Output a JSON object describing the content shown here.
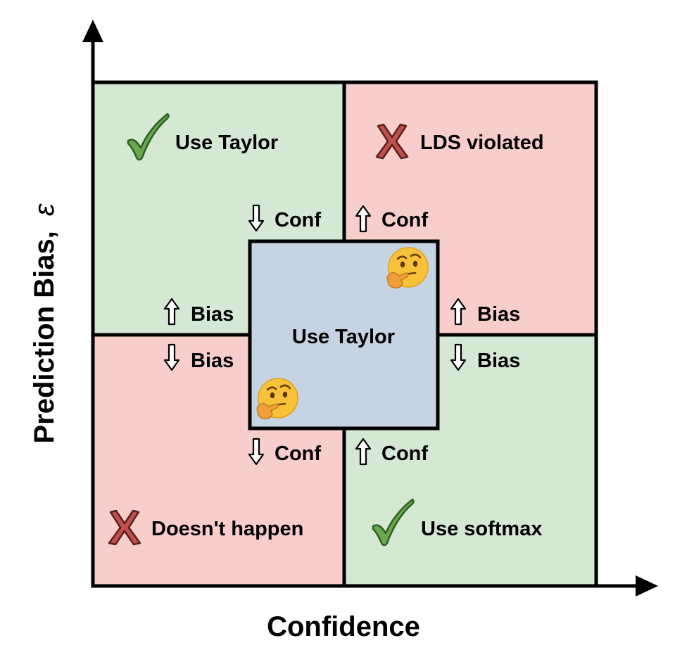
{
  "axes": {
    "x_label": "Confidence",
    "y_label": "Prediction Bias,",
    "y_symbol": "ε"
  },
  "colors": {
    "green": "#d5e8d4",
    "red": "#f8cecc",
    "blue": "#c5d3e2",
    "border": "#000000",
    "check": "#6aa84f",
    "cross": "#c0504d"
  },
  "quadrants": {
    "top_left": {
      "label": "Use Taylor",
      "icon": "check-icon"
    },
    "top_right": {
      "label": "LDS violated",
      "icon": "cross-icon"
    },
    "bottom_left": {
      "label": "Doesn't happen",
      "icon": "cross-icon"
    },
    "bottom_right": {
      "label": "Use softmax",
      "icon": "check-icon"
    }
  },
  "center": {
    "label": "Use Taylor",
    "icon": "thinking-face-icon"
  },
  "indicators": {
    "tl_conf": {
      "arrow": "down",
      "text": "Conf"
    },
    "tl_bias": {
      "arrow": "up",
      "text": "Bias"
    },
    "tr_conf": {
      "arrow": "up",
      "text": "Conf"
    },
    "tr_bias": {
      "arrow": "up",
      "text": "Bias"
    },
    "bl_bias": {
      "arrow": "down",
      "text": "Bias"
    },
    "bl_conf": {
      "arrow": "down",
      "text": "Conf"
    },
    "br_conf": {
      "arrow": "up",
      "text": "Conf"
    },
    "br_bias": {
      "arrow": "down",
      "text": "Bias"
    }
  }
}
